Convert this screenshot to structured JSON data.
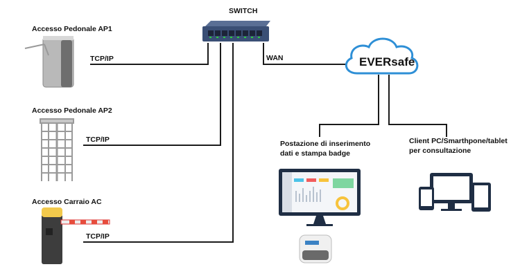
{
  "switch": {
    "label": "SWITCH"
  },
  "cloud": {
    "label": "EVERsafe"
  },
  "links": {
    "wan": "WAN",
    "tcp1": "TCP/IP",
    "tcp2": "TCP/IP",
    "tcp3": "TCP/IP"
  },
  "devices": {
    "ap1": {
      "label": "Accesso Pedonale AP1"
    },
    "ap2": {
      "label": "Accesso Pedonale AP2"
    },
    "ac": {
      "label": "Accesso Carraio AC"
    }
  },
  "stations": {
    "badge": {
      "label_line1": "Postazione di inserimento",
      "label_line2": "dati e stampa badge"
    },
    "client": {
      "label_line1": "Client PC/Smarthpone/tablet",
      "label_line2": "per consultazione"
    }
  },
  "colors": {
    "line": "#1a1a1a",
    "cloud_stroke": "#2e8fd6",
    "switch_body": "#3a4f75",
    "port_led": "#2ecc40"
  }
}
